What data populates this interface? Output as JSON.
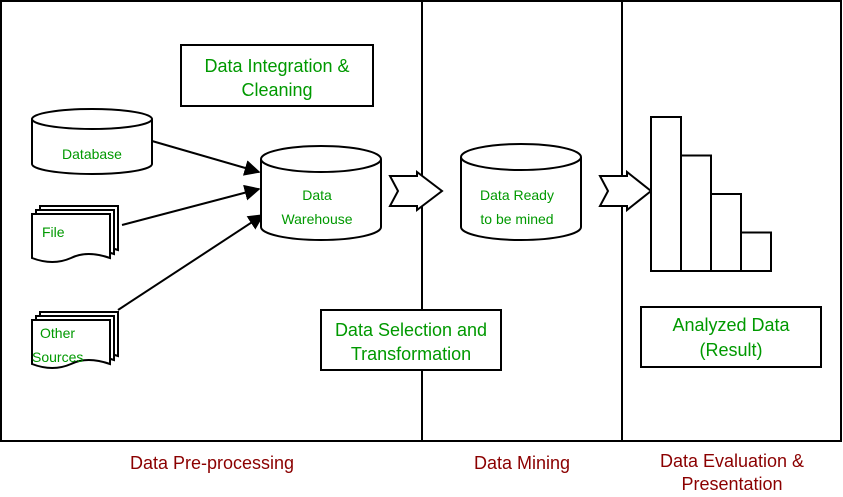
{
  "sections": {
    "preprocessing": "Data Pre-processing",
    "mining": "Data Mining",
    "evaluation_line1": "Data Evaluation &",
    "evaluation_line2": "Presentation"
  },
  "boxes": {
    "integration_line1": "Data Integration &",
    "integration_line2": "Cleaning",
    "selection_line1": "Data Selection and",
    "selection_line2": "Transformation",
    "analyzed_line1": "Analyzed Data",
    "analyzed_line2": "(Result)"
  },
  "sources": {
    "database": "Database",
    "file": "File",
    "other_line1": "Other",
    "other_line2": "Sources"
  },
  "stores": {
    "warehouse_line1": "Data",
    "warehouse_line2": "Warehouse",
    "ready_line1": "Data Ready",
    "ready_line2": "to be mined"
  },
  "colors": {
    "label_green": "#009900",
    "section_red": "#8b0000",
    "line": "#000000"
  },
  "result_chart": {
    "type": "bar",
    "values": [
      4,
      3,
      2,
      1
    ]
  }
}
